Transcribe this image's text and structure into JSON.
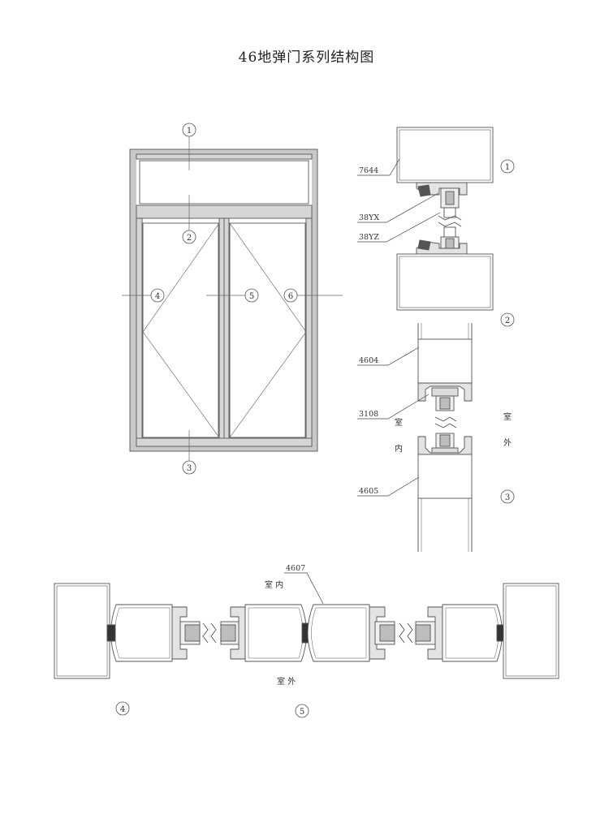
{
  "title": "46地弹门系列结构图",
  "markers": [
    "1",
    "2",
    "3",
    "4",
    "5",
    "6"
  ],
  "part_labels": {
    "p7644": "7644",
    "p38yx": "38YX",
    "p38yz": "38YZ",
    "p4604": "4604",
    "p3108": "3108",
    "p4605": "4605",
    "p4607": "4607"
  },
  "orientation": {
    "room_char": "室",
    "inside_char": "内",
    "outside_char": "外",
    "inside": "室 内",
    "outside": "室 外"
  }
}
